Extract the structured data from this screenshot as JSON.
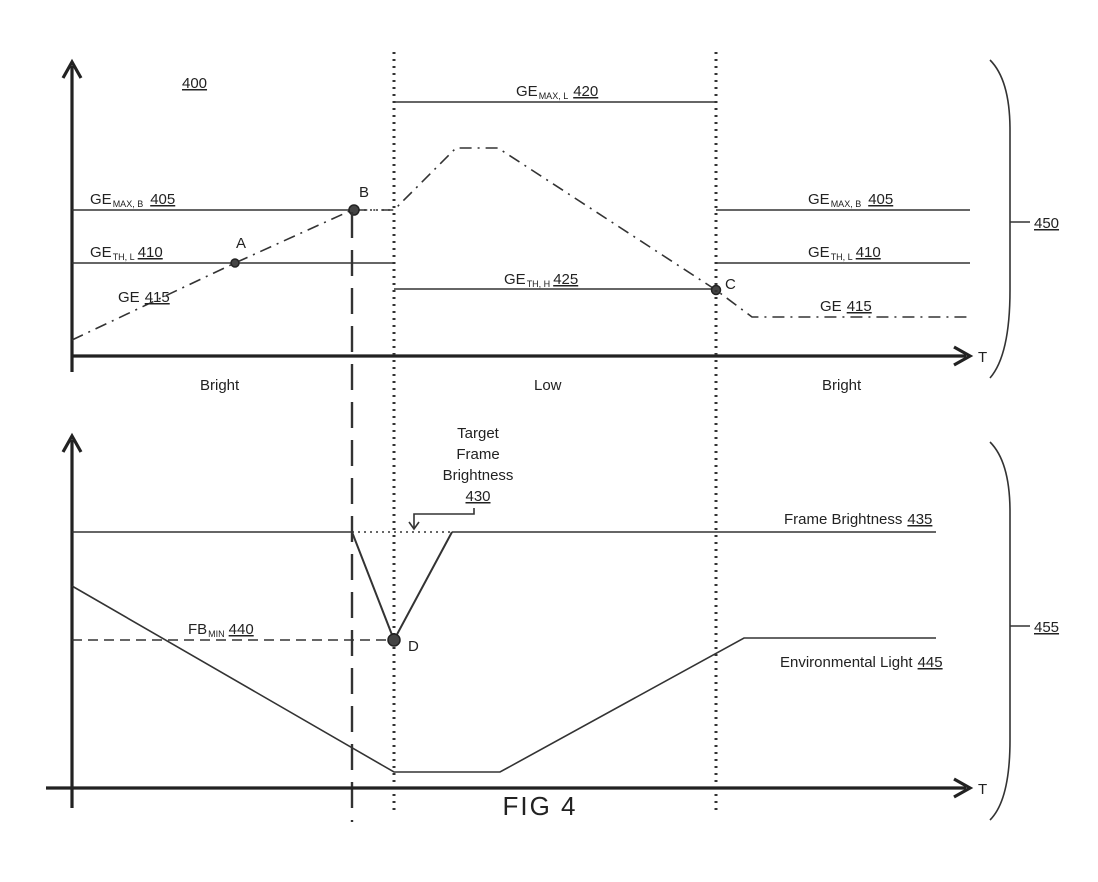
{
  "figure_label": "FIG 4",
  "top_panel": {
    "ref": "400",
    "axis_x_label": "T",
    "bracket_ref": "450",
    "regions": [
      "Bright",
      "Low",
      "Bright"
    ],
    "ge_max_b_left": {
      "base": "GE",
      "sub": "MAX, B",
      "ref": "405"
    },
    "ge_th_l_left": {
      "base": "GE",
      "sub": "TH, L",
      "ref": "410"
    },
    "ge_left": {
      "base": "GE",
      "ref": "415"
    },
    "ge_max_l": {
      "base": "GE",
      "sub": "MAX, L",
      "ref": "420"
    },
    "ge_th_h": {
      "base": "GE",
      "sub": "TH, H",
      "ref": "425"
    },
    "ge_max_b_right": {
      "base": "GE",
      "sub": "MAX, B",
      "ref": "405"
    },
    "ge_th_l_right": {
      "base": "GE",
      "sub": "TH, L",
      "ref": "410"
    },
    "ge_right": {
      "base": "GE",
      "ref": "415"
    },
    "points": [
      "A",
      "B",
      "C"
    ]
  },
  "bottom_panel": {
    "axis_x_label": "T",
    "bracket_ref": "455",
    "target_label": [
      "Target",
      "Frame",
      "Brightness"
    ],
    "target_ref": "430",
    "frame_brightness": {
      "text": "Frame Brightness",
      "ref": "435"
    },
    "fb_min": {
      "base": "FB",
      "sub": "MIN",
      "ref": "440"
    },
    "env_light": {
      "text": "Environmental Light",
      "ref": "445"
    },
    "points": [
      "D"
    ]
  }
}
